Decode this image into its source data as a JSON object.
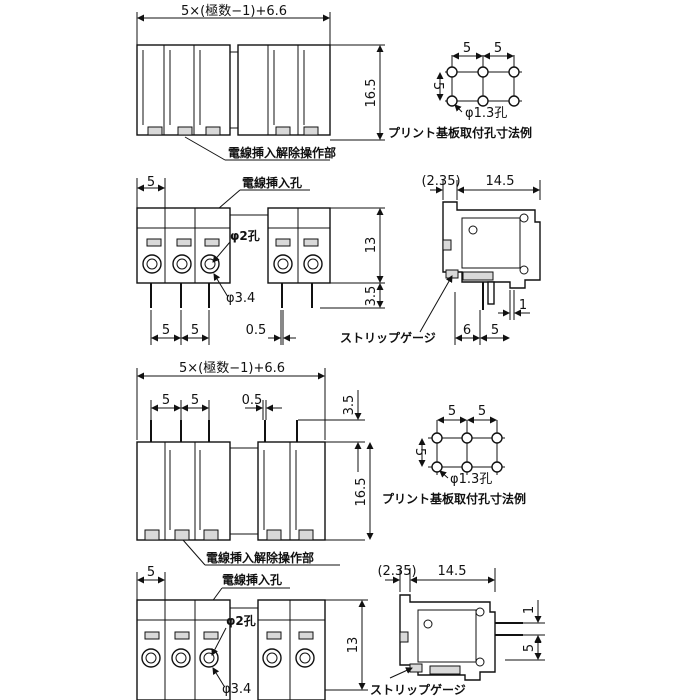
{
  "views": {
    "a": {
      "top_width_dim": "5×(極数−1)+6.6",
      "top_height_dim": "16.5",
      "grid_dim_h1": "5",
      "grid_dim_h2": "5",
      "grid_dim_v": "5",
      "hole_dia": "φ1.3孔",
      "pcb_caption": "プリント基板取付孔寸法例",
      "release_label": "電線挿入解除操作部",
      "insert_label": "電線挿入孔",
      "pitch_left": "5",
      "hole2_label": "φ2孔",
      "front_height_dim": "13",
      "pin_dia": "φ3.4",
      "pin_len": "3.5",
      "pitch_bottom_1": "5",
      "pitch_bottom_2": "5",
      "pin_thk": "0.5",
      "side_top_offset": "(2.35)",
      "side_width": "14.5",
      "strip_gauge": "ストリップゲージ",
      "side_6": "6",
      "side_5": "5",
      "side_1": "1"
    },
    "b": {
      "top_width_dim": "5×(極数−1)+6.6",
      "pitch_1": "5",
      "pitch_2": "5",
      "pin_thk": "0.5",
      "pin_len": "3.5",
      "height_dim": "16.5",
      "grid_dim_h1": "5",
      "grid_dim_h2": "5",
      "grid_dim_v": "5",
      "hole_dia": "φ1.3孔",
      "pcb_caption": "プリント基板取付孔寸法例",
      "release_label": "電線挿入解除操作部",
      "insert_label": "電線挿入孔",
      "pitch_left": "5",
      "hole2_label": "φ2孔",
      "front_height_dim": "13",
      "pin_dia": "φ3.4",
      "side_top_offset": "(2.35)",
      "side_width": "14.5",
      "side_1": "1",
      "side_5": "5",
      "strip_gauge": "ストリップゲージ"
    }
  }
}
